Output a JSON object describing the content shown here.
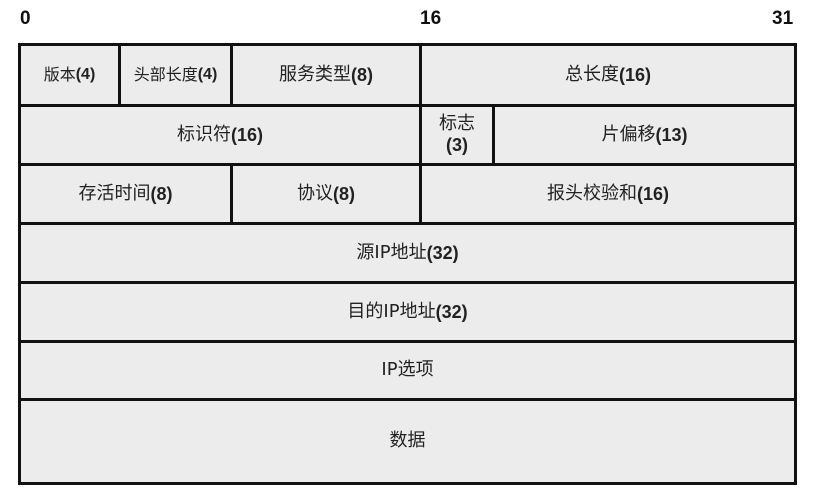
{
  "bit_ticks": [
    "0",
    "16",
    "31"
  ],
  "rows": [
    [
      {
        "name": "版本",
        "bits": "(4)"
      },
      {
        "name": "头部长度 ",
        "bits": "(4)"
      },
      {
        "name": "服务类型 ",
        "bits": "(8)"
      },
      {
        "name": "总长度 ",
        "bits": "(16)"
      }
    ],
    [
      {
        "name": "标识符 ",
        "bits": "(16)"
      },
      {
        "name": "标志",
        "bits": "(3)"
      },
      {
        "name": "片偏移 ",
        "bits": "(13)"
      }
    ],
    [
      {
        "name": "存活时间 ",
        "bits": "(8)"
      },
      {
        "name": "协议",
        "bits": "(8)"
      },
      {
        "name": "报头校验和 ",
        "bits": "(16)"
      }
    ],
    [
      {
        "name": "源IP地址 ",
        "bits": "(32)"
      }
    ],
    [
      {
        "name": "目的IP地址 ",
        "bits": "(32)"
      }
    ],
    [
      {
        "name": "IP选项",
        "bits": ""
      }
    ],
    [
      {
        "name": "数据",
        "bits": ""
      }
    ]
  ]
}
